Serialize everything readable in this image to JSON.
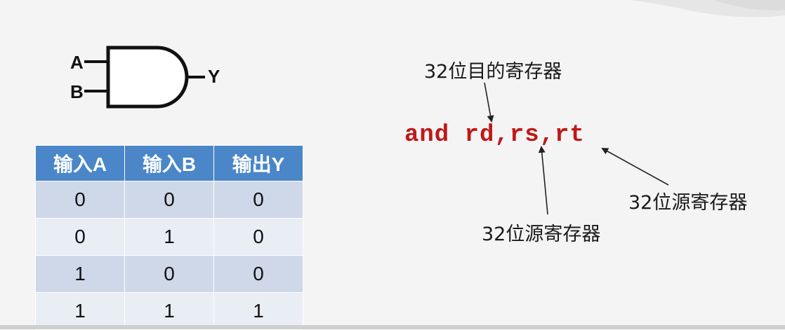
{
  "gate": {
    "input_a": "A",
    "input_b": "B",
    "output": "Y",
    "icon": "and-gate-icon"
  },
  "truth_table": {
    "headers": [
      "输入A",
      "输入B",
      "输出Y"
    ],
    "rows": [
      [
        "0",
        "0",
        "0"
      ],
      [
        "0",
        "1",
        "0"
      ],
      [
        "1",
        "0",
        "0"
      ],
      [
        "1",
        "1",
        "1"
      ]
    ]
  },
  "instruction": {
    "text": "and rd,rs,rt"
  },
  "annotations": {
    "dest": "32位目的寄存器",
    "src_rs": "32位源寄存器",
    "src_rt": "32位源寄存器"
  },
  "colors": {
    "header_bg": "#4a86c8",
    "row_odd": "#cfd8e8",
    "row_even": "#e9edf4",
    "instruction": "#c01818"
  }
}
